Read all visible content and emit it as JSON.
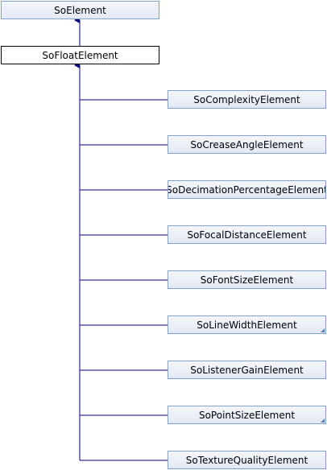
{
  "diagram": {
    "base_class": {
      "label": "SoElement"
    },
    "current_class": {
      "label": "SoFloatElement"
    },
    "subclasses": [
      {
        "label": "SoComplexityElement",
        "has_more": false
      },
      {
        "label": "SoCreaseAngleElement",
        "has_more": false
      },
      {
        "label": "SoDecimationPercentageElement",
        "has_more": false
      },
      {
        "label": "SoFocalDistanceElement",
        "has_more": false
      },
      {
        "label": "SoFontSizeElement",
        "has_more": false
      },
      {
        "label": "SoLineWidthElement",
        "has_more": true
      },
      {
        "label": "SoListenerGainElement",
        "has_more": false
      },
      {
        "label": "SoPointSizeElement",
        "has_more": true
      },
      {
        "label": "SoTextureQualityElement",
        "has_more": false
      }
    ],
    "colors": {
      "edge": "#000080",
      "node_border": "#84a0cc",
      "node_fill": "#e3e9f5",
      "current_border": "#000000",
      "current_fill": "#ffffff"
    }
  }
}
